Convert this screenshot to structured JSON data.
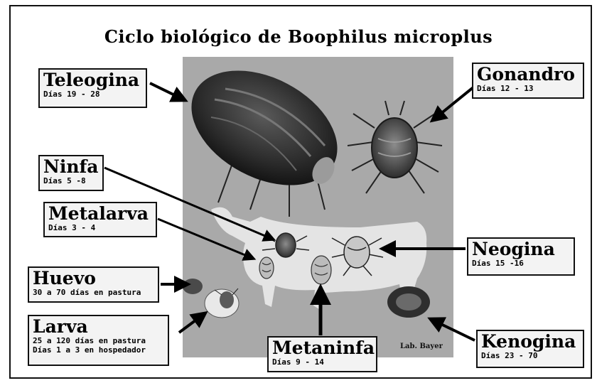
{
  "title": "Ciclo biológico de Boophilus microplus",
  "credit": "Lab. Bayer",
  "stages": {
    "teleogina": {
      "name": "Teleogina",
      "days": "Días 19 - 28"
    },
    "gonandro": {
      "name": "Gonandro",
      "days": "Días 12 - 13"
    },
    "ninfa": {
      "name": "Ninfa",
      "days": "Días 5 -8"
    },
    "metalarva": {
      "name": "Metalarva",
      "days": "Días 3 - 4"
    },
    "huevo": {
      "name": "Huevo",
      "days": "30 a 70 días en pastura"
    },
    "larva": {
      "name": "Larva",
      "days": "25 a 120 días en pastura",
      "days2": "Días 1 a 3 en hospedador"
    },
    "neogina": {
      "name": "Neogina",
      "days": "Días 15 -16"
    },
    "metaninfa": {
      "name": "Metaninfa",
      "days": "Días 9 - 14"
    },
    "kenogina": {
      "name": "Kenogina",
      "days": "Días 23 - 70"
    }
  }
}
